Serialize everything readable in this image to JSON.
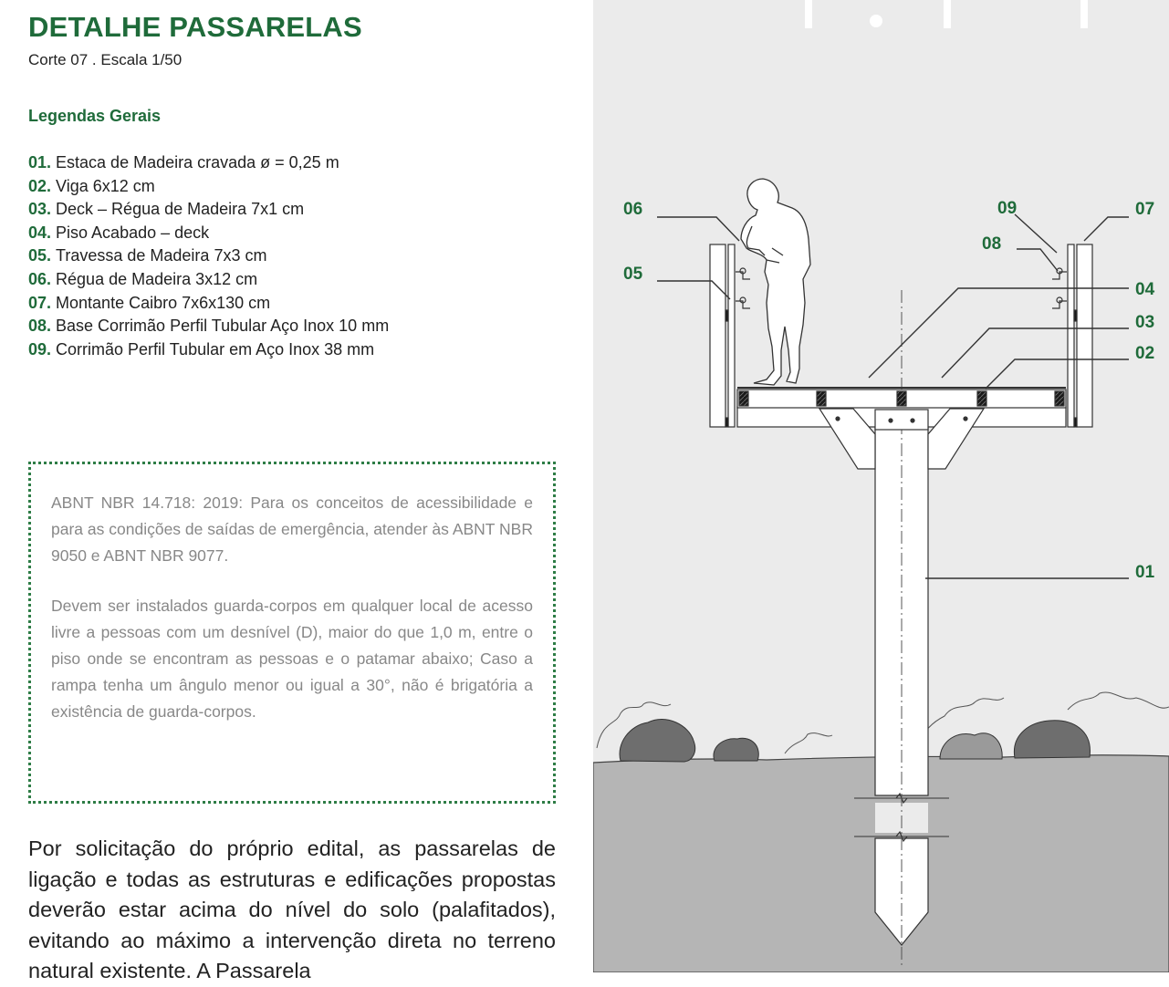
{
  "header": {
    "title": "DETALHE PASSARELAS",
    "subtitle": "Corte 07 . Escala 1/50"
  },
  "legend": {
    "heading": "Legendas Gerais",
    "items": [
      {
        "num": "01.",
        "text": "Estaca de Madeira cravada ø = 0,25 m"
      },
      {
        "num": "02.",
        "text": "Viga 6x12 cm"
      },
      {
        "num": "03.",
        "text": "Deck – Régua de Madeira 7x1 cm"
      },
      {
        "num": "04.",
        "text": "Piso Acabado – deck"
      },
      {
        "num": "05.",
        "text": "Travessa de Madeira 7x3 cm"
      },
      {
        "num": "06.",
        "text": "Régua de Madeira 3x12 cm"
      },
      {
        "num": "07.",
        "text": "Montante Caibro 7x6x130 cm"
      },
      {
        "num": "08.",
        "text": "Base Corrimão Perfil Tubular Aço Inox 10 mm"
      },
      {
        "num": "09.",
        "text": "Corrimão Perfil Tubular em Aço Inox 38 mm"
      }
    ]
  },
  "note": {
    "paragraph1": "ABNT NBR 14.718: 2019: Para os conceitos de acessibilidade e para as condições de saídas de emergência, atender às ABNT NBR 9050 e ABNT NBR 9077.",
    "paragraph2": "Devem ser instalados guarda-corpos em qualquer local de acesso livre a pessoas com um desnível (D), maior do que 1,0 m, entre o piso onde se encontram as pessoas e o patamar abaixo; Caso a rampa tenha um ângulo menor ou igual a 30°, não é brigatória a  existência de guarda-corpos."
  },
  "body_text": "Por solicitação do próprio edital, as passarelas de ligação e todas as estruturas e edificações propostas deverão estar acima do nível do solo (palafitados), evitando ao máximo a intervenção direta no terreno natural existente. A Passarela",
  "diagram": {
    "callouts": {
      "c01": "01",
      "c02": "02",
      "c03": "03",
      "c04": "04",
      "c05": "05",
      "c06": "06",
      "c07": "07",
      "c08": "08",
      "c09": "09"
    },
    "colors": {
      "accent": "#1f6b3a",
      "background": "#ebebeb",
      "ground": "#b5b5b5",
      "line": "#333333"
    }
  }
}
